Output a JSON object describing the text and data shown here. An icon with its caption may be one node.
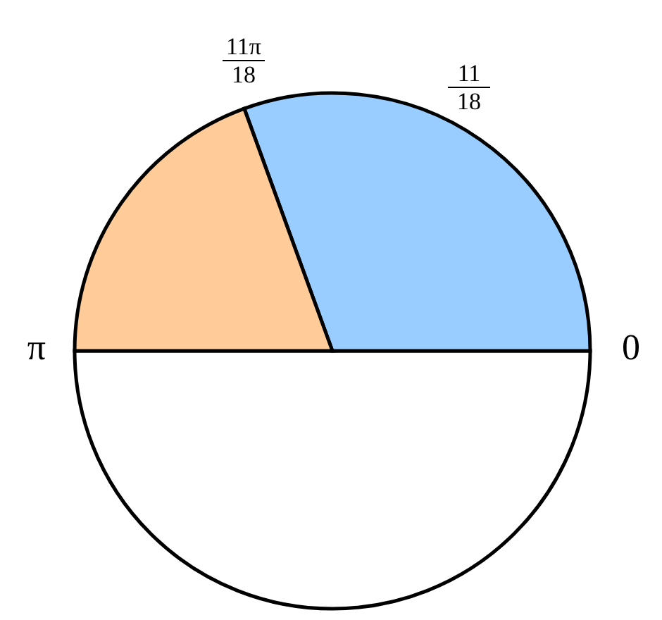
{
  "diagram": {
    "labels": [
      "11π",
      "18",
      "11",
      "18",
      "π",
      "0"
    ]
  }
}
